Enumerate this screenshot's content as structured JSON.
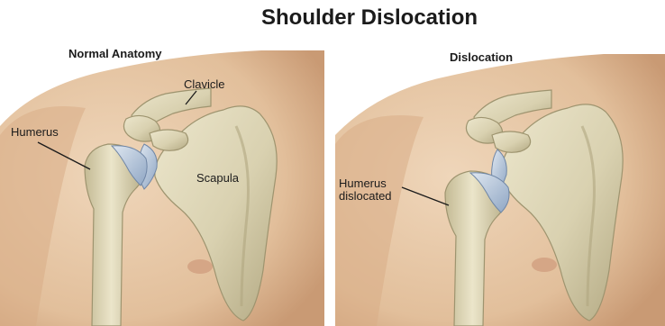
{
  "title": "Shoulder Dislocation",
  "panels": [
    {
      "heading": "Normal Anatomy",
      "labels": {
        "clavicle": "Clavicle",
        "humerus": "Humerus",
        "scapula": "Scapula"
      }
    },
    {
      "heading": "Dislocation",
      "labels": {
        "humerus_line1": "Humerus",
        "humerus_line2": "dislocated"
      }
    }
  ],
  "colors": {
    "skin": "#e8c9a8",
    "skin_shadow": "#cfa27c",
    "bone": "#ddd6b8",
    "bone_shadow": "#a79e7a",
    "cartilage": "#aebfd6",
    "background": "#ffffff"
  }
}
